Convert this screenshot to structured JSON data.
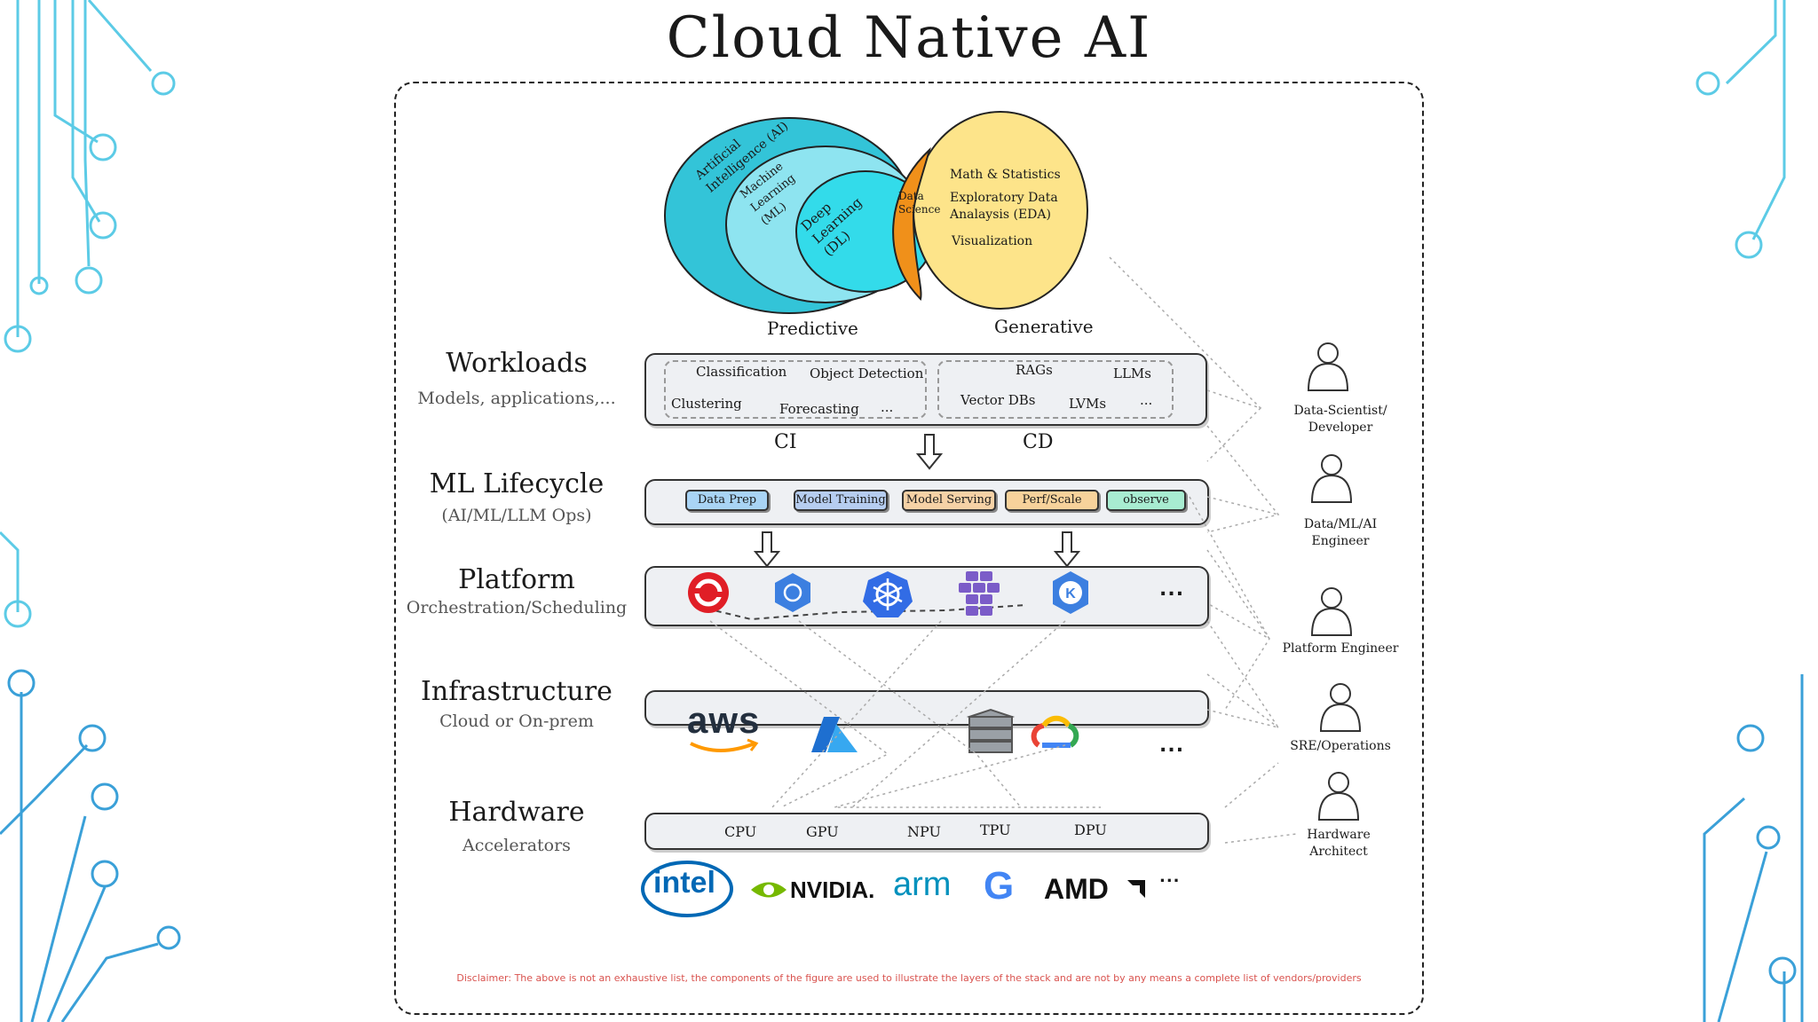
{
  "title": "Cloud Native AI",
  "venn": {
    "ai": "Artificial Intelligence (AI)",
    "ml": "Machine Learning (ML)",
    "dl": "Deep Learning (DL)",
    "ds": "Data Science",
    "math": "Math & Statistics",
    "eda": "Exploratory Data Analaysis (EDA)",
    "viz": "Visualization"
  },
  "categories": {
    "predictive": "Predictive",
    "generative": "Generative"
  },
  "layers": {
    "workloads": {
      "title": "Workloads",
      "subtitle": "Models, applications,..."
    },
    "lifecycle": {
      "title": "ML Lifecycle",
      "subtitle": "(AI/ML/LLM Ops)"
    },
    "platform": {
      "title": "Platform",
      "subtitle": "Orchestration/Scheduling"
    },
    "infrastructure": {
      "title": "Infrastructure",
      "subtitle": "Cloud or On-prem"
    },
    "hardware": {
      "title": "Hardware",
      "subtitle": "Accelerators"
    }
  },
  "workloads": {
    "predictive": [
      "Classification",
      "Object Detection",
      "Clustering",
      "Forecasting",
      "..."
    ],
    "generative": [
      "RAGs",
      "LLMs",
      "Vector DBs",
      "LVMs",
      "..."
    ]
  },
  "cicd": {
    "ci": "CI",
    "cd": "CD"
  },
  "stages": [
    {
      "label": "Data Prep",
      "color": "#a9d4f5"
    },
    {
      "label": "Model Training",
      "color": "#b6cdf0"
    },
    {
      "label": "Model Serving",
      "color": "#f6d2a6"
    },
    {
      "label": "Perf/Scale",
      "color": "#f7d29b"
    },
    {
      "label": "observe",
      "color": "#a8ecd1"
    }
  ],
  "platform": {
    "more": "..."
  },
  "infra": {
    "aws": "aws",
    "more": "..."
  },
  "hardware": [
    "CPU",
    "GPU",
    "NPU",
    "TPU",
    "DPU"
  ],
  "vendors": {
    "intel": "intel",
    "nvidia": "NVIDIA.",
    "arm": "arm",
    "google": "G",
    "amd": "AMD",
    "more": "..."
  },
  "personas": [
    "Data-Scientist/ Developer",
    "Data/ML/AI Engineer",
    "Platform Engineer",
    "SRE/Operations",
    "Hardware Architect"
  ],
  "disclaimer": "Disclaimer: The above is not an exhaustive list, the components of the figure are used to illustrate the layers of the stack and are not by any means a complete list of vendors/providers",
  "colors": {
    "ai": "#33c4d8",
    "ml": "#8ee4f0",
    "dl": "#33dbea",
    "ds": "#f0901a",
    "gen": "#fde48a",
    "circuit": "#5ccbe6"
  }
}
